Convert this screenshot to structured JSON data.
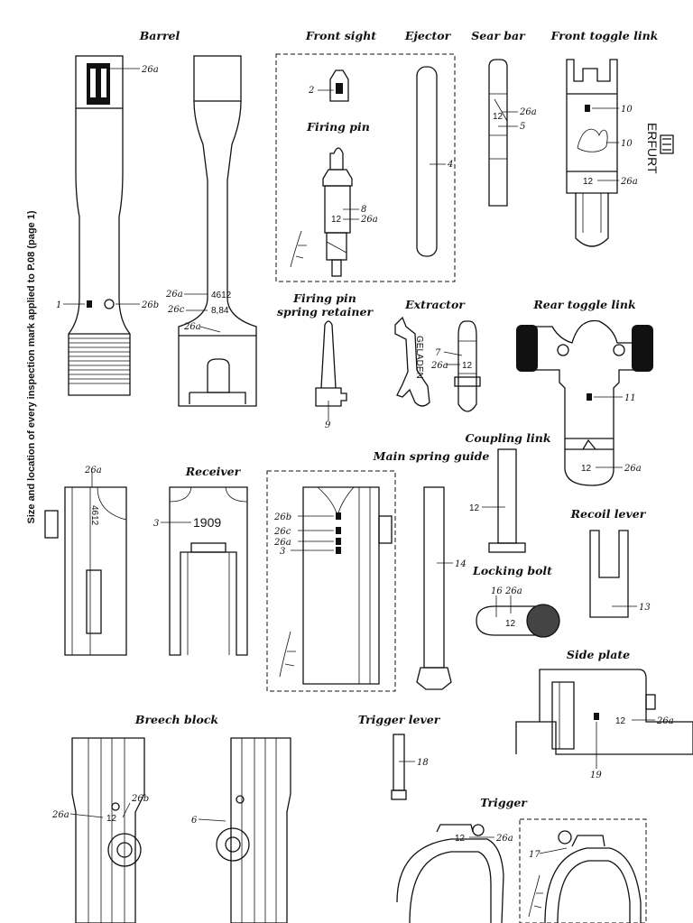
{
  "side_caption": "Size and location of every inspection mark applied to P.08 (page 1)",
  "titles": {
    "barrel": "Barrel",
    "front_sight": "Front sight",
    "ejector": "Ejector",
    "sear_bar": "Sear bar",
    "front_toggle_link": "Front toggle link",
    "firing_pin": "Firing pin",
    "firing_pin_spring_retainer_1": "Firing pin",
    "firing_pin_spring_retainer_2": "spring retainer",
    "extractor": "Extractor",
    "rear_toggle_link": "Rear toggle link",
    "coupling_link": "Coupling link",
    "main_spring_guide": "Main spring guide",
    "receiver": "Receiver",
    "recoil_lever": "Recoil lever",
    "locking_bolt": "Locking bolt",
    "side_plate": "Side plate",
    "breech_block": "Breech block",
    "trigger_lever": "Trigger lever",
    "trigger": "Trigger"
  },
  "callouts": {
    "barrel_26a": "26a",
    "barrel_1": "1",
    "barrel_26b": "26b",
    "barrel_26a2": "26a",
    "barrel_serial": "4612",
    "barrel_26c": "26c",
    "barrel_bore": "8,84",
    "barrel_26a3": "26a",
    "front_sight_2": "2",
    "firing_pin_8": "8",
    "firing_pin_12": "12",
    "firing_pin_26a": "26a",
    "ejector_4": "4",
    "sear_12": "12",
    "sear_26a": "26a",
    "sear_5": "5",
    "ftl_10a": "10",
    "ftl_10b": "10",
    "ftl_12": "12",
    "ftl_26a": "26a",
    "erfurt": "ERFURT",
    "retainer_9": "9",
    "extractor_geladen": "GELADEN",
    "extractor_7": "7",
    "extractor_26a": "26a",
    "extractor_12": "12",
    "rtl_11": "11",
    "rtl_12": "12",
    "rtl_26a": "26a",
    "coupling_12": "12",
    "receiver_26a": "26a",
    "receiver_serial_vertical": "4612",
    "receiver_3": "3",
    "receiver_year": "1909",
    "rec_26b": "26b",
    "rec_26c": "26c",
    "rec_26a": "26a",
    "rec_3": "3",
    "msg_14": "14",
    "recoil_13": "13",
    "lb_16": "16",
    "lb_26a": "26a",
    "lb_12": "12",
    "sp_12": "12",
    "sp_26a": "26a",
    "sp_19": "19",
    "bb_26a": "26a",
    "bb_12": "12",
    "bb_26b": "26b",
    "bb_6": "6",
    "tl_18": "18",
    "trig_12": "12",
    "trig_26a": "26a",
    "trig_17": "17"
  }
}
